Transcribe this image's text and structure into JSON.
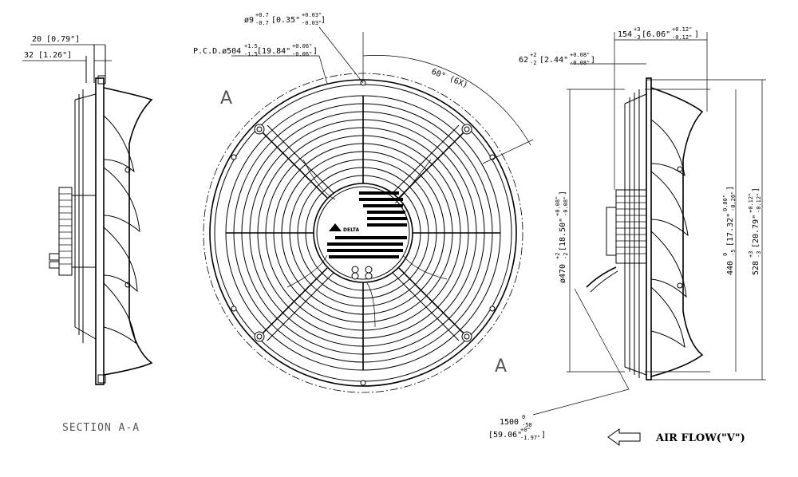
{
  "section_label": "SECTION A-A",
  "section_marks": [
    "A",
    "A"
  ],
  "air_flow": "AIR FLOW(\"V\")",
  "brand_logo": "DELTA",
  "dims": {
    "d1": {
      "main": "20 [0.79\"]"
    },
    "d2": {
      "main": "32 [1.26\"]"
    },
    "hole": {
      "main": "ø9",
      "tol_up": "+0.7",
      "tol_dn": "-0.7",
      "inch": "[0.35\"",
      "inch_up": "+0.03\"",
      "inch_dn": "-0.03\"",
      "close": "]"
    },
    "pcd": {
      "main": "P.C.D.ø504",
      "tol_up": "+1.5",
      "tol_dn": "-1.5",
      "inch": "[19.84\"",
      "inch_up": "+0.06\"",
      "inch_dn": "-0.06\"",
      "close": "]"
    },
    "angle": {
      "main": "60° (6X)"
    },
    "w154": {
      "main": "154",
      "tol_up": "+3",
      "tol_dn": "-3",
      "inch": "[6.06\"",
      "inch_up": "+0.12\"",
      "inch_dn": "-0.12\"",
      "close": "]"
    },
    "w62": {
      "main": "62",
      "tol_up": "+2",
      "tol_dn": "-2",
      "inch": "[2.44\"",
      "inch_up": "+0.08\"",
      "inch_dn": "-0.08\"",
      "close": "]"
    },
    "d470": {
      "main": "ø470",
      "tol_up": "+2",
      "tol_dn": "-2",
      "inch": "[18.50\"",
      "inch_up": "+0.08\"",
      "inch_dn": "-0.08\"",
      "close": "]"
    },
    "d440": {
      "main": "440",
      "tol_up": "0",
      "tol_dn": "-5",
      "inch": "[17.32\"",
      "inch_up": "0.00\"",
      "inch_dn": "-0.20\"",
      "close": "]"
    },
    "d528": {
      "main": "528",
      "tol_up": "+3",
      "tol_dn": "-3",
      "inch": "[20.79\"",
      "inch_up": "+0.12\"",
      "inch_dn": "-0.12\"",
      "close": "]"
    },
    "cable": {
      "main": "1500",
      "tol_up": "0",
      "tol_dn": "-50",
      "inch": "[59.06\"",
      "inch_up": "+0\"",
      "inch_dn": "-1.97\"",
      "close": "]"
    }
  }
}
